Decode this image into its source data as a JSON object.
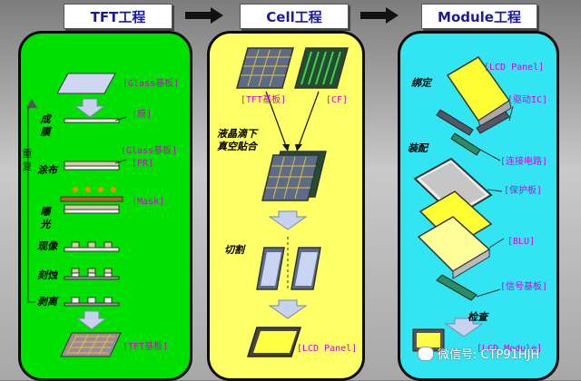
{
  "headers": {
    "tft": "TFT工程",
    "cell": "Cell工程",
    "module": "Module工程"
  },
  "tft": {
    "glass_label": "[Glass基板]",
    "film_label": "[膜]",
    "glass2_label": "[Glass基板]",
    "pr_label": "[PR]",
    "mask_label": "[Mask]",
    "tft_label": "[TFT基板]",
    "repeat_label": "重复",
    "steps": {
      "deposition": "成膜",
      "coating": "涂布",
      "exposure": "曝光",
      "develop": "现像",
      "etch": "刻蚀",
      "strip": "剥离"
    }
  },
  "cell": {
    "tft_label": "[TFT基板]",
    "cf_label": "[CF]",
    "fill_step_line1": "液晶滴下",
    "fill_step_line2": "真空贴合",
    "cut_step": "切割",
    "panel_label": "[LCD Panel]"
  },
  "module": {
    "lcd_label": "[LCD Panel]",
    "bond_step": "绑定",
    "ic_label": "[驱动IC]",
    "circuit_label": "[连接电路]",
    "assemble_step": "装配",
    "cover_label": "[保护板]",
    "blu_label": "[BLU]",
    "signal_label": "[信号基板]",
    "inspect_step": "检查",
    "result_label": "[LCD Module]"
  },
  "watermark": "微信号: CTP91HJH",
  "colors": {
    "tft_panel": "#00e000",
    "cell_panel": "#ffff66",
    "module_panel": "#33e5f2",
    "label": "#d800d8",
    "header_text": "#1a1aa0"
  }
}
